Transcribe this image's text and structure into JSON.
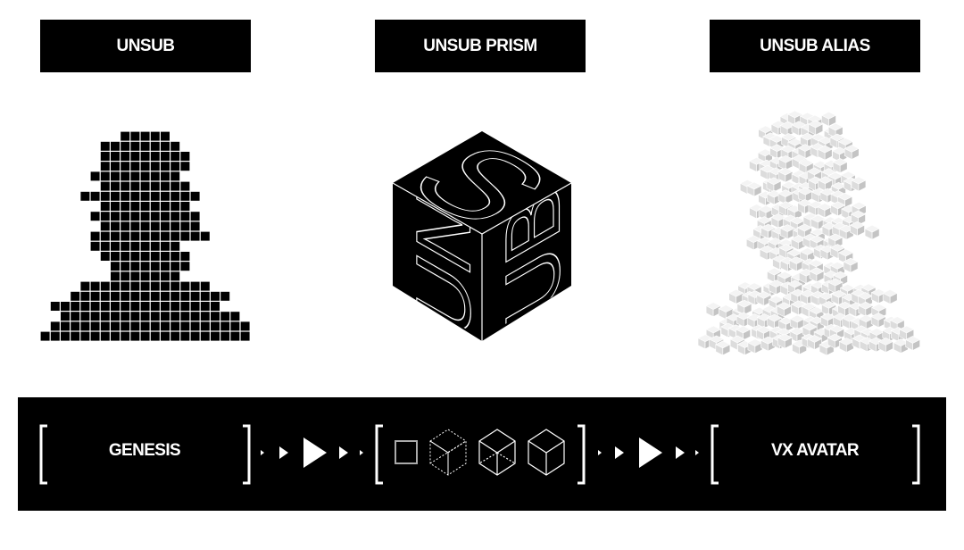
{
  "headers": [
    "UNSUB",
    "UNSUB PRISM",
    "UNSUB ALIAS"
  ],
  "prism_letters": {
    "top": "S",
    "left": "UN",
    "right": "UB"
  },
  "pipeline": {
    "start_label": "GENESIS",
    "end_label": "VX AVATAR",
    "middle_icons": [
      "square-icon",
      "dashed-cube-icon",
      "partial-dashed-cube-icon",
      "solid-cube-icon"
    ]
  },
  "colors": {
    "ink": "#000000",
    "paper": "#ffffff",
    "voxel_top": "#f4f4f4",
    "voxel_left": "#dcdcdc",
    "voxel_right": "#c4c4c4"
  }
}
